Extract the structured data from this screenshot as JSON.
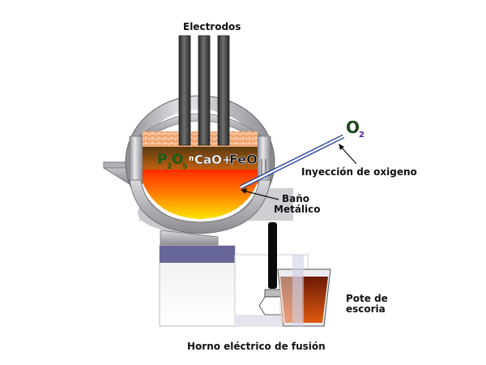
{
  "title": "Horno eléctrico de fusión",
  "labels": {
    "electrodes": "Electrodos",
    "oxygen_injection": "Inyección de oxigeno",
    "metal_bath_line1": "Baño",
    "metal_bath_line2": "Metálico",
    "slag_pot_line1": "Pote de",
    "slag_pot_line2": "escoria"
  },
  "oxygen": {
    "symbol": "O",
    "subscript": "2"
  },
  "slag_formula": {
    "p": "P",
    "p_sub": "2",
    "o": "O",
    "o_sub": "5",
    "n": "n",
    "cao": "CaO+",
    "feo": "FeO"
  },
  "colors": {
    "steel": "#a9a9ad",
    "electrode": "#4a4a4a",
    "brick": "#e9a06a",
    "slag": "#7a4a12",
    "bath_top": "#ff3c00",
    "bath_bottom": "#ffd800",
    "base_accent": "#666699",
    "lance": "#2244aa",
    "formula_green": "#1a5e1a"
  }
}
